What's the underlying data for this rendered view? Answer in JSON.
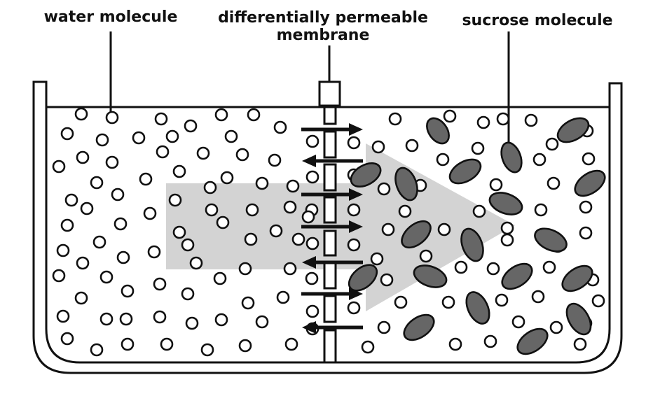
{
  "labels": {
    "water": "water molecule",
    "membrane_line1": "differentially permeable",
    "membrane_line2": "membrane",
    "sucrose": "sucrose molecule"
  },
  "colors": {
    "sucrose_fill": "#666666",
    "flow_arrow": "#d3d3d3",
    "stroke": "#111111"
  }
}
